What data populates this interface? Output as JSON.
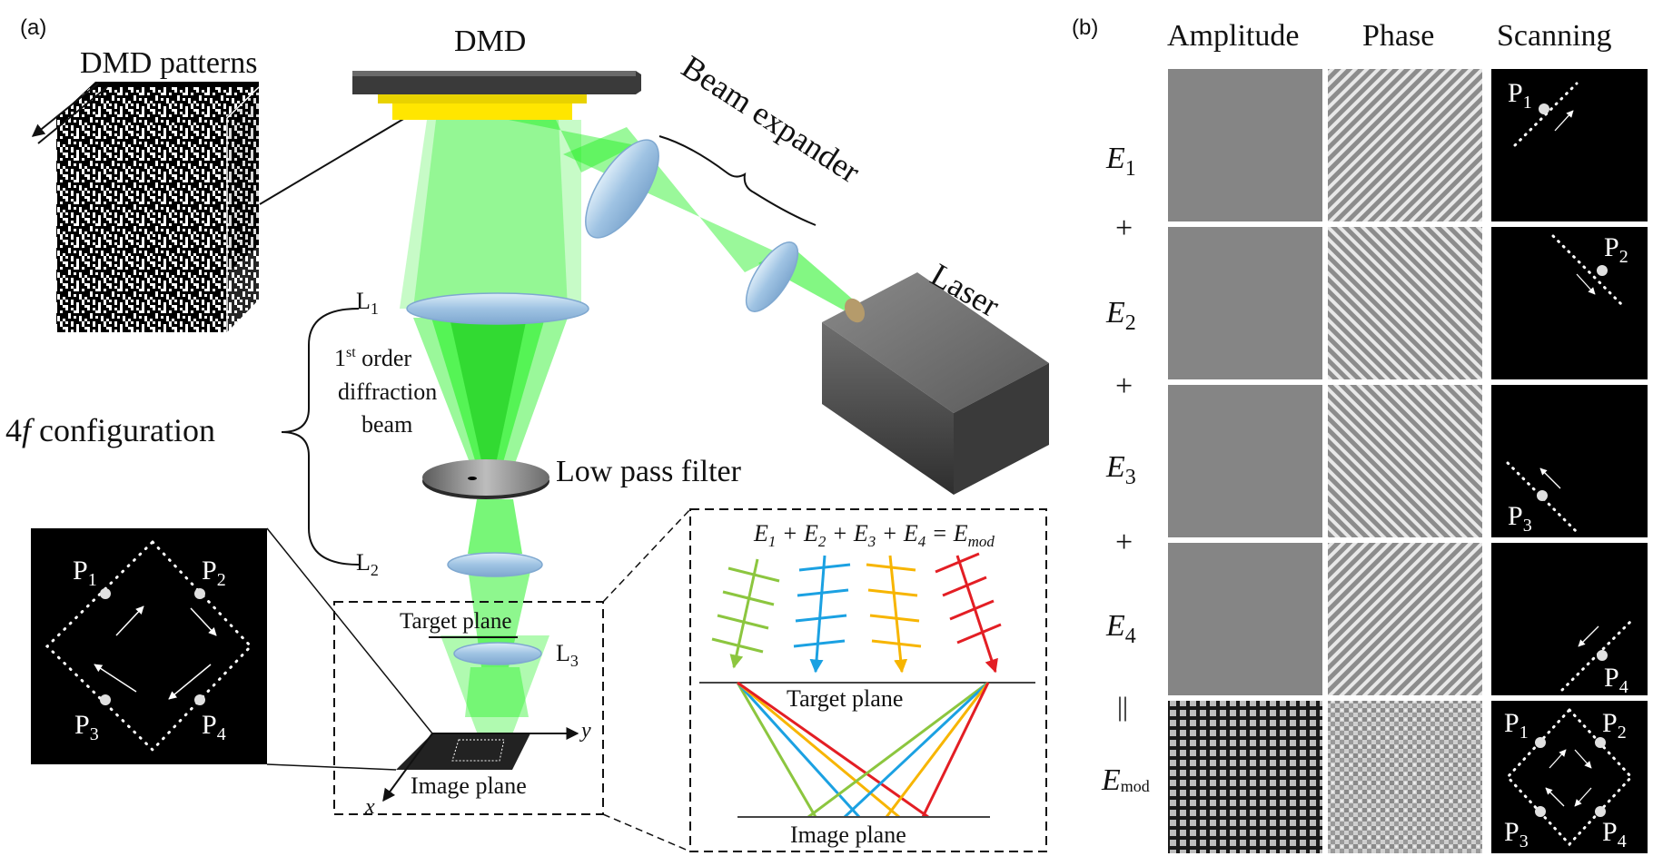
{
  "panel_a": {
    "panel_label": "(a)",
    "dmd_patterns": "DMD patterns",
    "dmd": "DMD",
    "beam_expander": "Beam expander",
    "laser": "Laser",
    "l1": "L",
    "l1_sub": "1",
    "l2": "L",
    "l2_sub": "2",
    "l3": "L",
    "l3_sub": "3",
    "first_order_1": "1",
    "first_order_sup": "st",
    "first_order_1b": " order",
    "first_order_2": "diffraction",
    "first_order_3": "beam",
    "config_4f_italic": "4",
    "config_4f_f": "f",
    "config_4f_rest": " configuration",
    "low_pass_filter": "Low pass filter",
    "target_plane": "Target plane",
    "image_plane": "Image plane",
    "axis_x": "x",
    "axis_y": "y",
    "scan_points": [
      {
        "label": "P",
        "sub": "1"
      },
      {
        "label": "P",
        "sub": "2"
      },
      {
        "label": "P",
        "sub": "3"
      },
      {
        "label": "P",
        "sub": "4"
      }
    ],
    "inset": {
      "equation": "E1 + E2 + E3 + E4 = Emod",
      "eq_terms": [
        "E",
        "1",
        "E",
        "2",
        "E",
        "3",
        "E",
        "4",
        "E",
        "mod"
      ],
      "target_plane": "Target plane",
      "image_plane": "Image plane",
      "colors": [
        "#8cc63f",
        "#1ba1e2",
        "#f7b500",
        "#e31e24"
      ]
    }
  },
  "panel_b": {
    "panel_label": "(b)",
    "col_headers": [
      "Amplitude",
      "Phase",
      "Scanning"
    ],
    "row_labels": [
      {
        "main": "E",
        "sub": "1"
      },
      {
        "main": "E",
        "sub": "2"
      },
      {
        "main": "E",
        "sub": "3"
      },
      {
        "main": "E",
        "sub": "4"
      },
      {
        "main": "E",
        "sub": "mod"
      }
    ],
    "operators": [
      "+",
      "+",
      "+",
      "||"
    ],
    "scan_labels": [
      {
        "label": "P",
        "sub": "1"
      },
      {
        "label": "P",
        "sub": "2"
      },
      {
        "label": "P",
        "sub": "3"
      },
      {
        "label": "P",
        "sub": "4"
      }
    ]
  }
}
